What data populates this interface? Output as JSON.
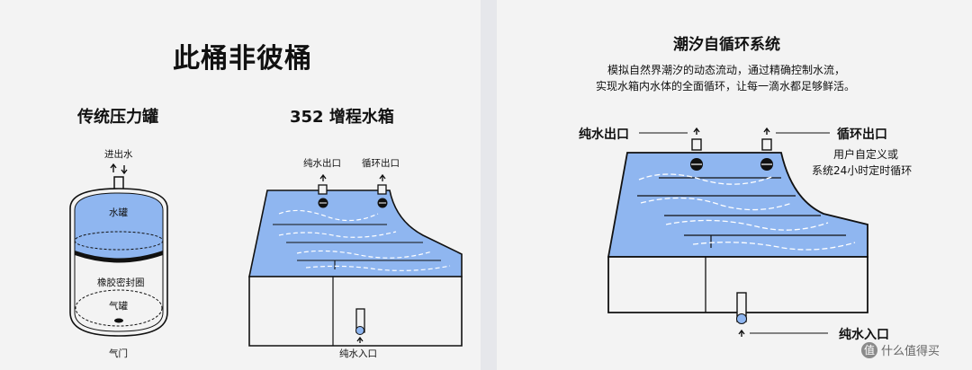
{
  "left": {
    "title": "此桶非彼桶",
    "traditional": {
      "heading": "传统压力罐",
      "inout_label": "进出水",
      "water_label": "水罐",
      "seal_label": "橡胶密封圈",
      "air_label": "气罐",
      "valve_label": "气门"
    },
    "tank352": {
      "heading": "352 增程水箱",
      "pure_out": "纯水出口",
      "cycle_out": "循环出口",
      "pure_in": "纯水入口"
    }
  },
  "right": {
    "title": "潮汐自循环系统",
    "desc_line1": "模拟自然界潮汐的动态流动，通过精确控制水流，",
    "desc_line2": "实现水箱内水体的全面循环，让每一滴水都足够鲜活。",
    "pure_out": "纯水出口",
    "cycle_out": "循环出口",
    "cycle_note1": "用户自定义或",
    "cycle_note2": "系统24小时定时循环",
    "pure_in": "纯水入口"
  },
  "watermark": {
    "badge": "值",
    "text": "什么值得买"
  },
  "colors": {
    "water": "#8fb6f0",
    "stroke": "#111111",
    "panel": "#f3f3f3"
  }
}
